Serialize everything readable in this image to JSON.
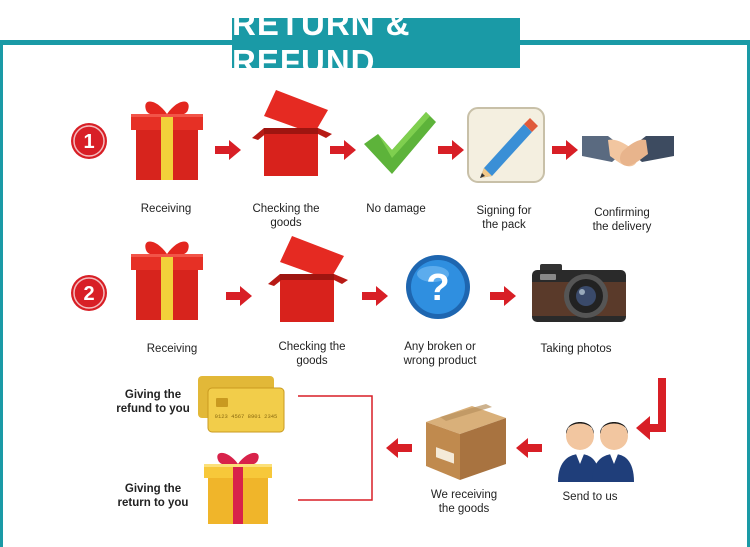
{
  "title": "RETURN & REFUND",
  "colors": {
    "accent": "#1a9aa6",
    "arrow": "#d81f26",
    "badge": "#d81f26"
  },
  "row1": {
    "badge": "1",
    "steps": [
      {
        "icon": "gift-box-icon",
        "label_l1": "Receiving",
        "label_l2": ""
      },
      {
        "icon": "open-box-icon",
        "label_l1": "Checking the",
        "label_l2": "goods"
      },
      {
        "icon": "checkmark-icon",
        "label_l1": "No damage",
        "label_l2": ""
      },
      {
        "icon": "pencil-signing-icon",
        "label_l1": "Signing for",
        "label_l2": "the pack"
      },
      {
        "icon": "handshake-icon",
        "label_l1": "Confirming",
        "label_l2": "the delivery"
      }
    ]
  },
  "row2": {
    "badge": "2",
    "steps": [
      {
        "icon": "gift-box-icon",
        "label_l1": "Receiving",
        "label_l2": ""
      },
      {
        "icon": "open-box-icon",
        "label_l1": "Checking the",
        "label_l2": "goods"
      },
      {
        "icon": "question-mark-icon",
        "label_l1": "Any broken or",
        "label_l2": "wrong product"
      },
      {
        "icon": "camera-icon",
        "label_l1": "Taking photos",
        "label_l2": ""
      }
    ]
  },
  "row3": {
    "send": {
      "icon": "customer-service-icon",
      "label_l1": "Send to us"
    },
    "receive": {
      "icon": "cardboard-box-icon",
      "label_l1": "We receiving",
      "label_l2": "the goods"
    },
    "refund": {
      "icon": "credit-card-icon",
      "label_l1": "Giving the",
      "label_l2": "refund to you"
    },
    "return": {
      "icon": "gift-box-yellow-icon",
      "label_l1": "Giving the",
      "label_l2": "return to you"
    }
  },
  "card_text": "0123 4567 8901 2345"
}
